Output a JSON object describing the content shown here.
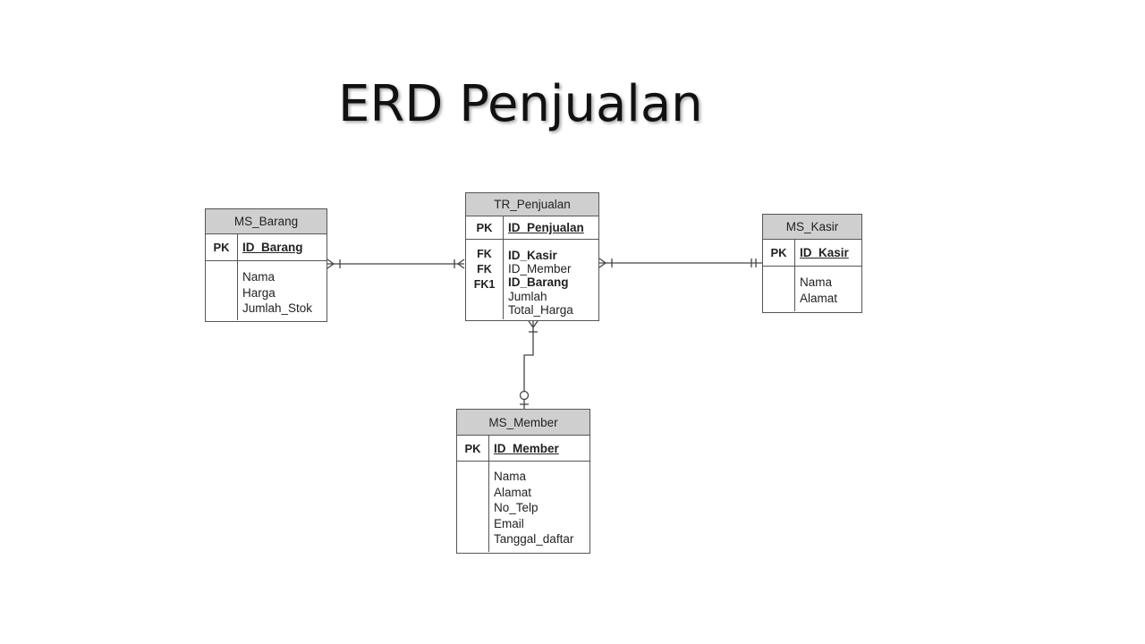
{
  "title": "ERD Penjualan",
  "ms_barang": {
    "name": "MS_Barang",
    "pk_label": "PK",
    "pk": "ID_Barang",
    "attrs": [
      "Nama",
      "Harga",
      "Jumlah_Stok"
    ]
  },
  "tr_penjualan": {
    "name": "TR_Penjualan",
    "pk_label": "PK",
    "pk": "ID_Penjualan",
    "fk_labels": [
      "FK",
      "FK",
      "FK1"
    ],
    "attrs": [
      "ID_Kasir",
      "ID_Member",
      "ID_Barang",
      "Jumlah",
      "Total_Harga"
    ]
  },
  "ms_kasir": {
    "name": "MS_Kasir",
    "pk_label": "PK",
    "pk": "ID_Kasir",
    "attrs": [
      "Nama",
      "Alamat"
    ]
  },
  "ms_member": {
    "name": "MS_Member",
    "pk_label": "PK",
    "pk": "ID_Member",
    "attrs": [
      "Nama",
      "Alamat",
      "No_Telp",
      "Email",
      "Tanggal_daftar"
    ]
  }
}
